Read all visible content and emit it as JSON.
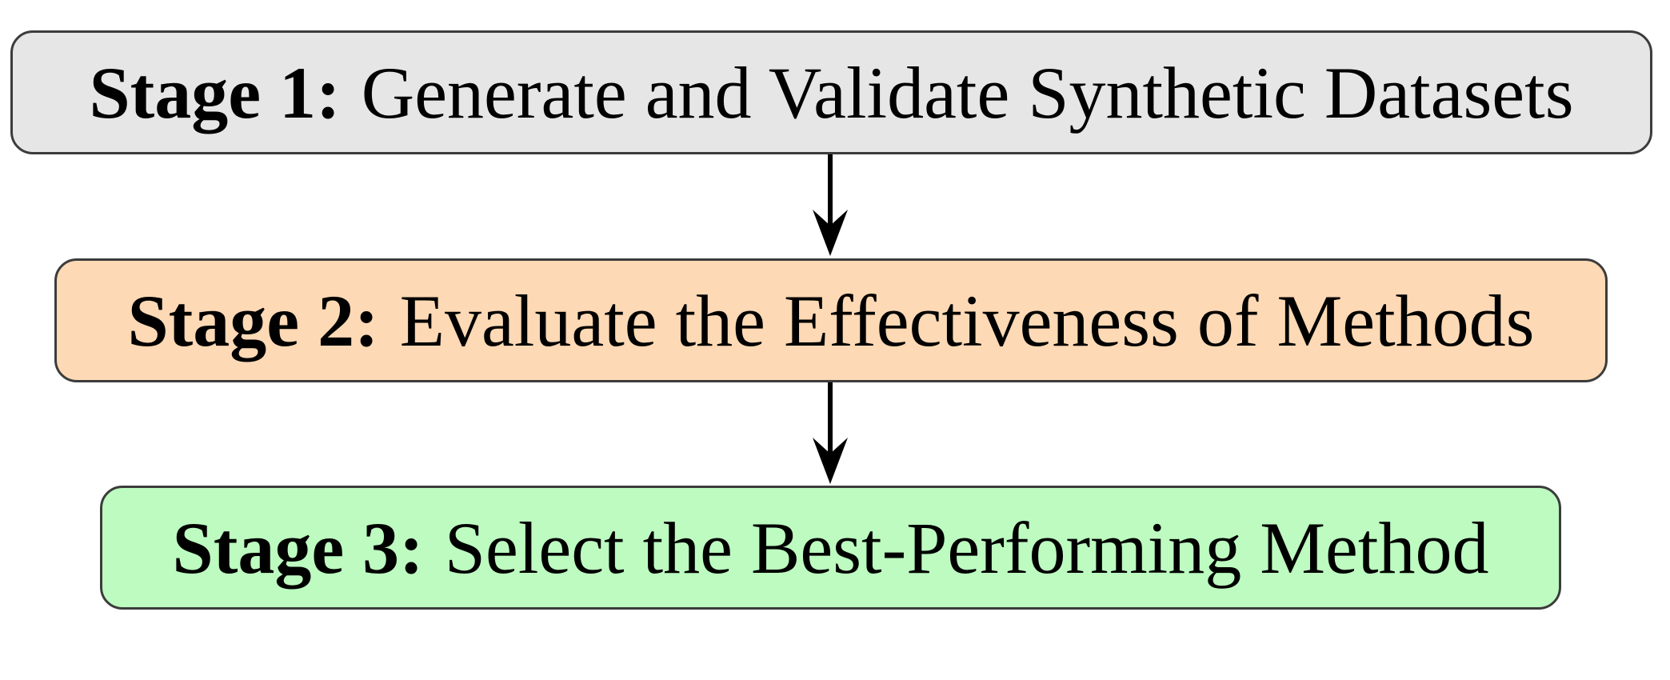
{
  "stages": [
    {
      "label": "Stage 1:",
      "text": "Generate and Validate Synthetic Datasets",
      "fill": "#e6e6e6"
    },
    {
      "label": "Stage 2:",
      "text": "Evaluate the Effectiveness of Methods",
      "fill": "#fdd9b5"
    },
    {
      "label": "Stage 3:",
      "text": "Select the Best-Performing Method",
      "fill": "#bdfbc0"
    }
  ],
  "colors": {
    "border": "#3c3c3c",
    "arrow": "#000000"
  }
}
